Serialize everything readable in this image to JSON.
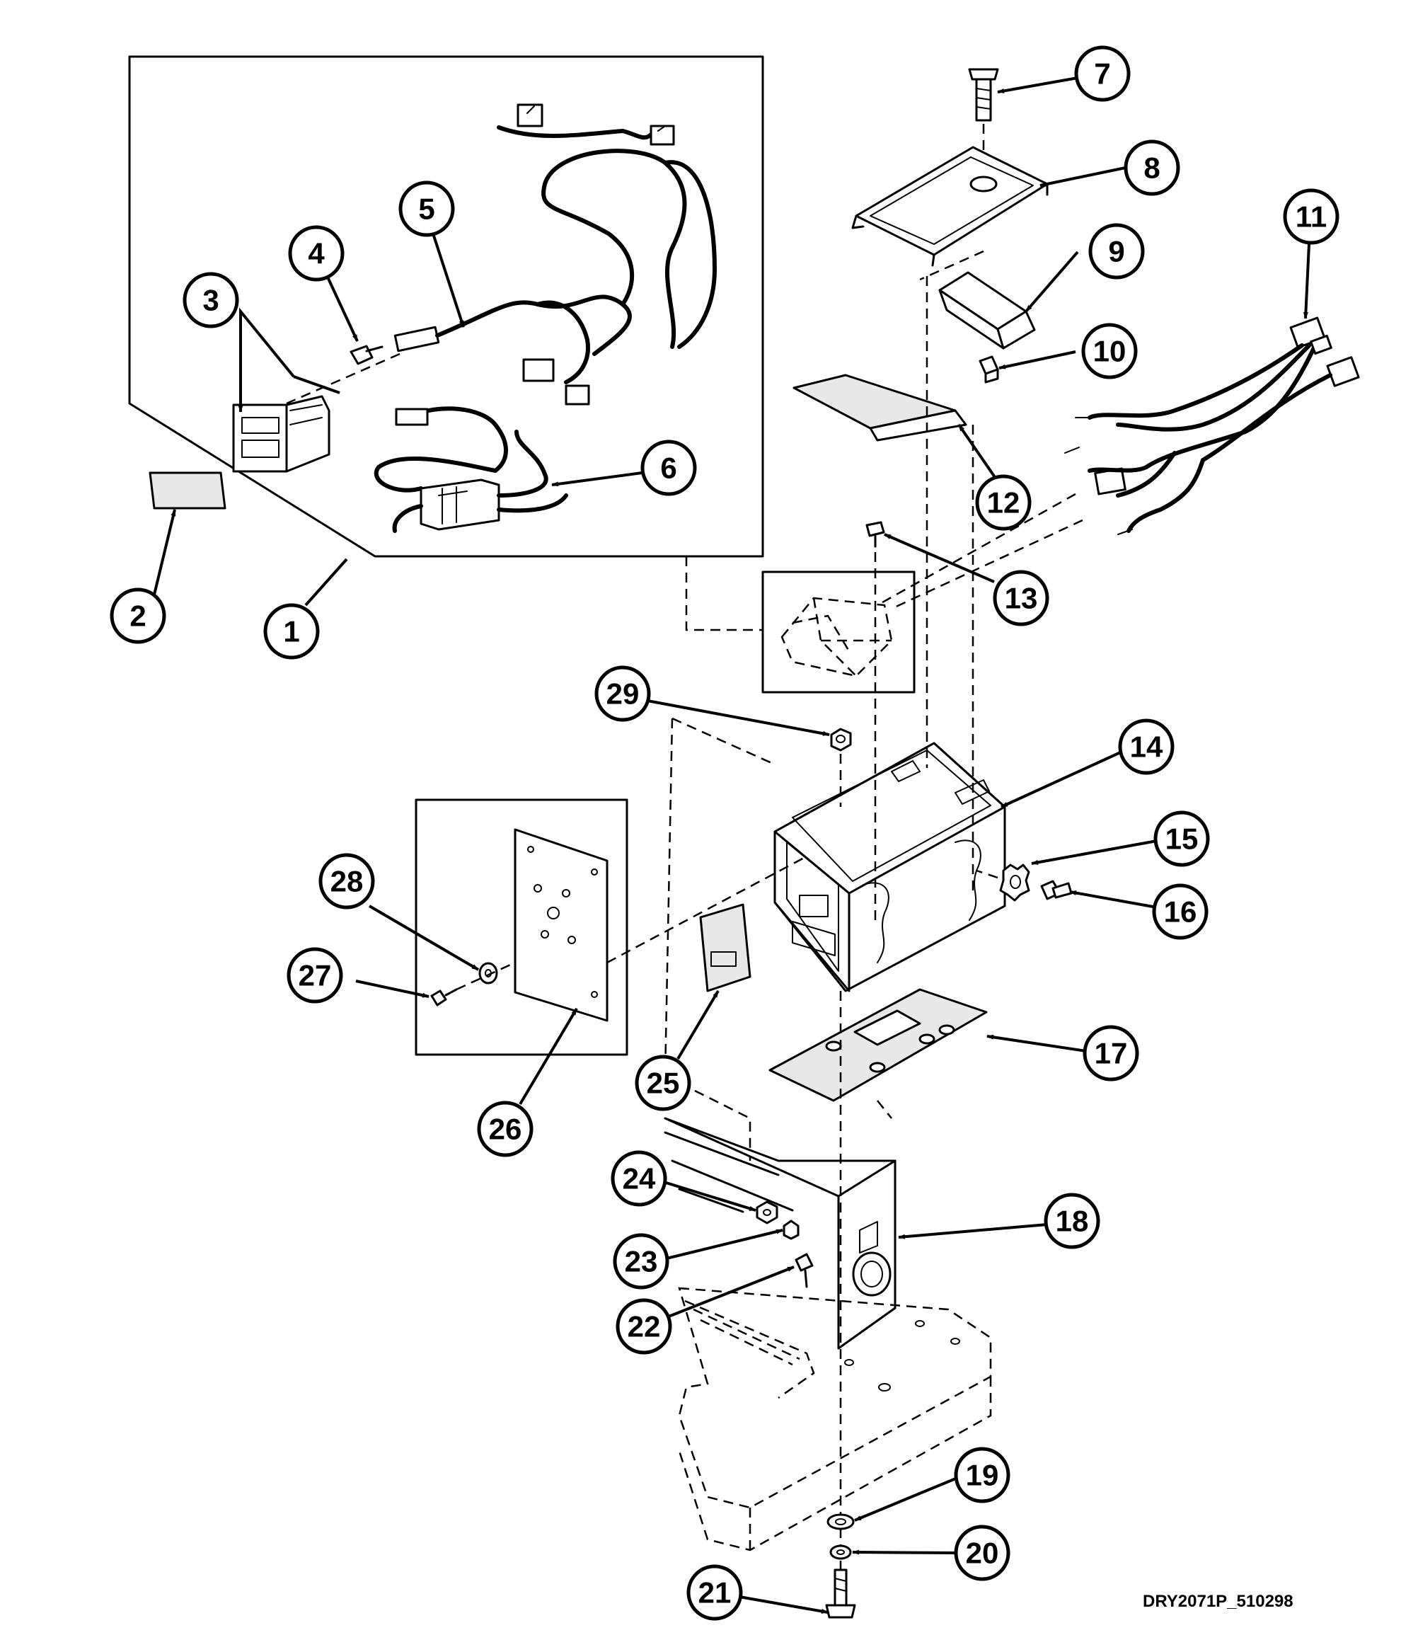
{
  "diagram": {
    "reference_code": "DRY2071P_510298",
    "callouts": [
      "1",
      "2",
      "3",
      "4",
      "5",
      "6",
      "7",
      "8",
      "9",
      "10",
      "11",
      "12",
      "13",
      "14",
      "15",
      "16",
      "17",
      "18",
      "19",
      "20",
      "21",
      "22",
      "23",
      "24",
      "25",
      "26",
      "27",
      "28",
      "29"
    ]
  }
}
